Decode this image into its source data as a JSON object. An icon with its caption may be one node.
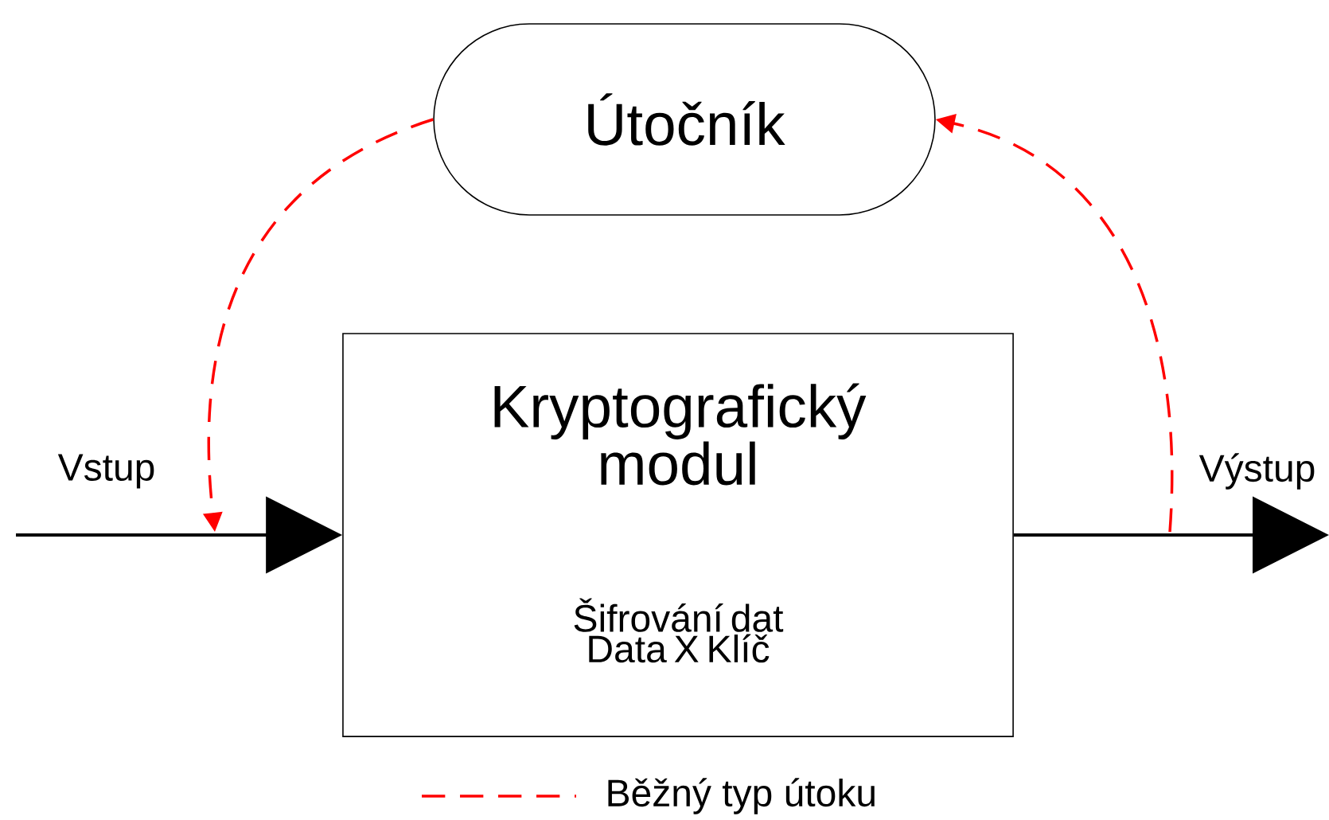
{
  "diagram": {
    "nodes": [
      {
        "text": [
          "Útočník"
        ]
      },
      {
        "text": [
          "Kryptografický modul",
          "Šifrování dat Data X Klíč"
        ]
      }
    ],
    "edges": [
      {
        "from": null,
        "to": 1,
        "arrow": "to",
        "label": "Vstup"
      },
      {
        "from": 1,
        "to": null,
        "arrow": "to",
        "label": "Výstup"
      },
      {
        "from": 0,
        "to": null,
        "arrow": "to",
        "style": "dashed",
        "color": "#ff0000"
      },
      {
        "from": null,
        "to": 0,
        "arrow": "to",
        "style": "dashed",
        "color": "#ff0000"
      }
    ],
    "legend": [
      {
        "text": "Běžný typ útoku"
      }
    ]
  }
}
